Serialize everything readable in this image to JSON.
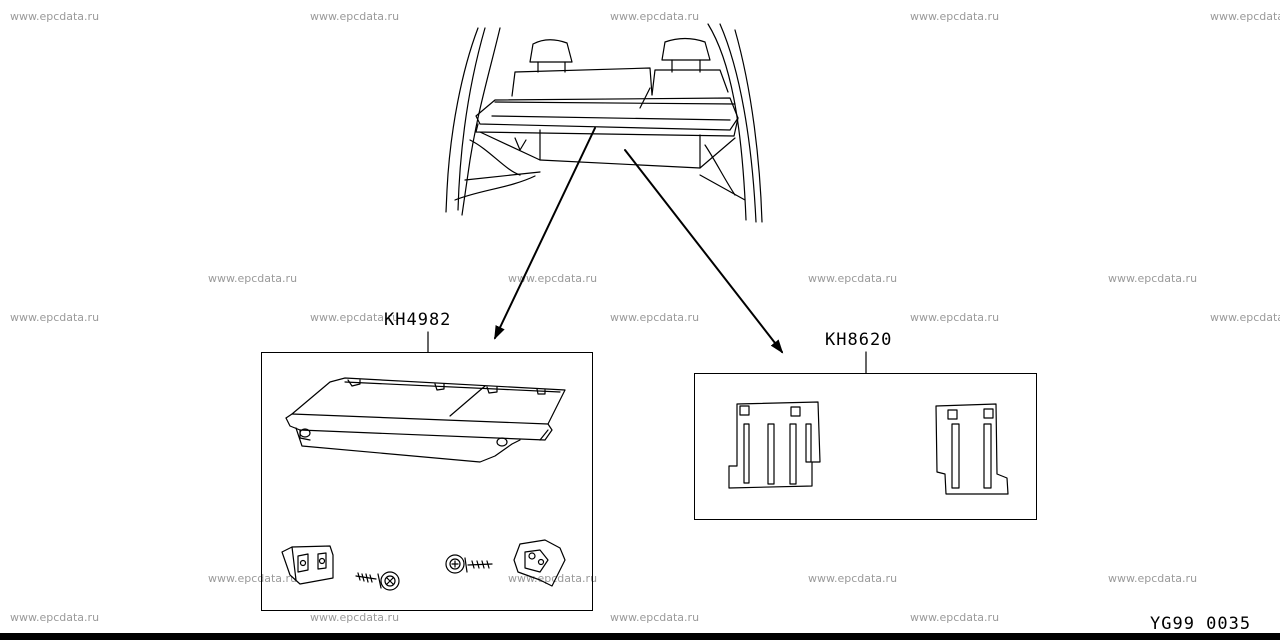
{
  "watermark": "www.epcdata.ru",
  "parts": {
    "left_label": "KH4982",
    "right_label": "KH8620"
  },
  "diagram_code": "YG99 0035"
}
